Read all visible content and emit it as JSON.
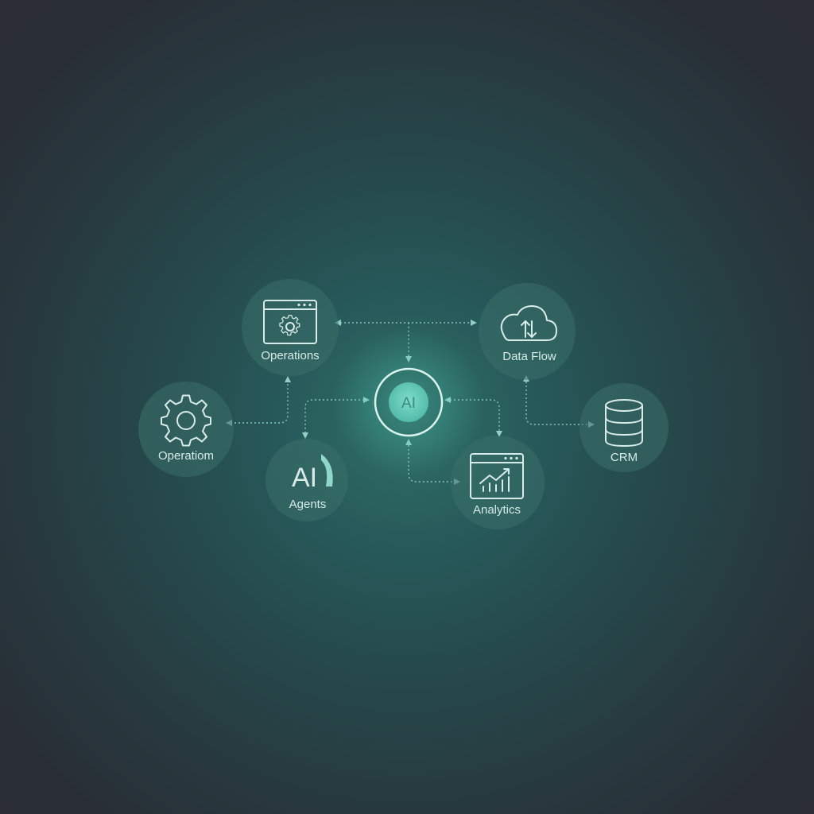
{
  "hub": {
    "label": "AI"
  },
  "nodes": {
    "operations_top": {
      "label": "Operations",
      "icon": "browser-gear-icon"
    },
    "data_flow": {
      "label": "Data Flow",
      "icon": "cloud-sync-icon"
    },
    "operations_left": {
      "label": "Operatiom",
      "icon": "gear-icon"
    },
    "agents": {
      "label": "Agents",
      "badge": "AI",
      "icon": "ai-agents-icon"
    },
    "analytics": {
      "label": "Analytics",
      "icon": "browser-chart-icon"
    },
    "crm": {
      "label": "CRM",
      "icon": "database-icon"
    }
  },
  "colors": {
    "accent": "#5fd0bf",
    "node_fill": "#3a6f6a",
    "label": "#d5ebe7",
    "connector": "#86c4bb"
  }
}
